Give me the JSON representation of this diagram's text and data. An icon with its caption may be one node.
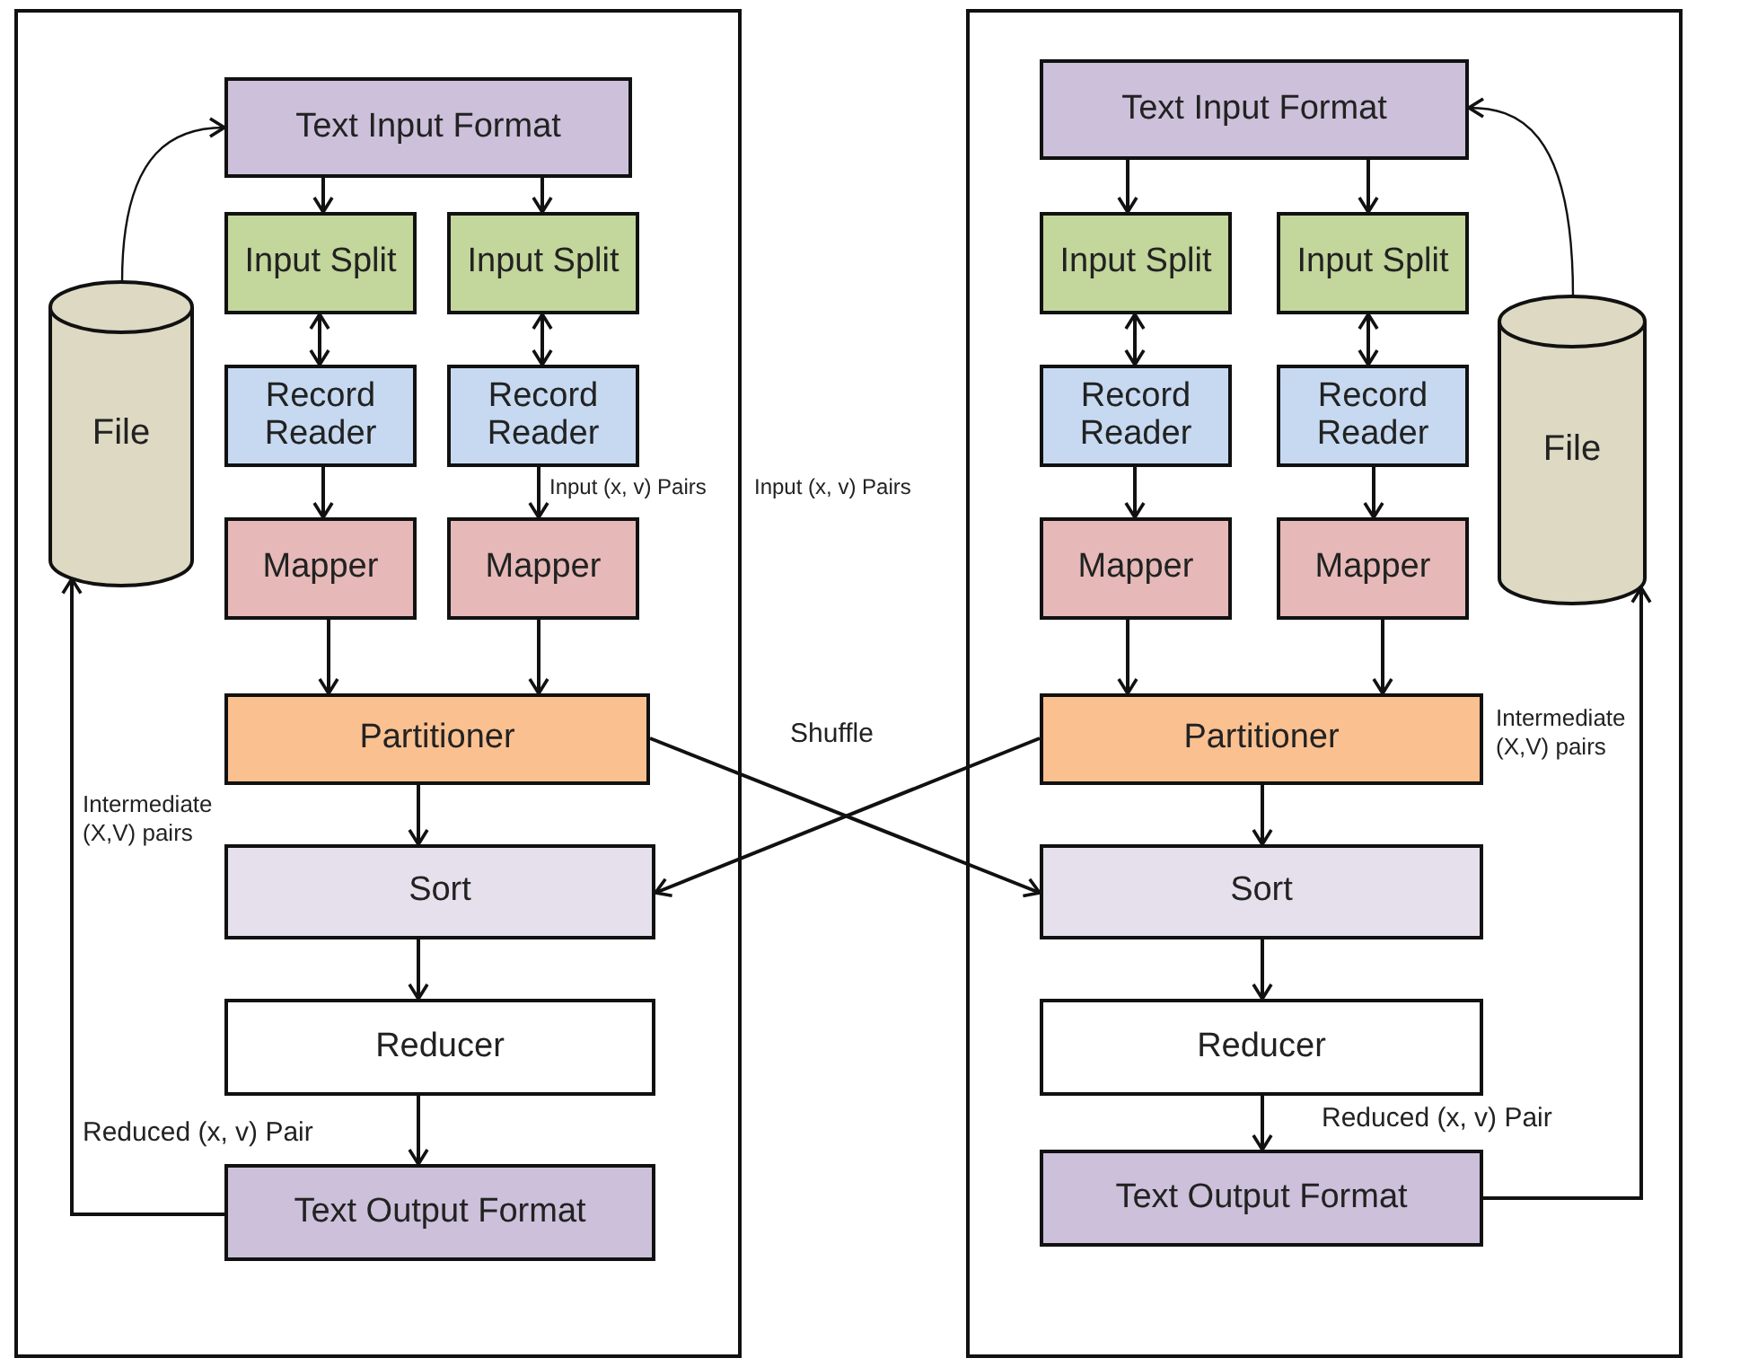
{
  "diagram": {
    "nodes": [
      {
        "text": [],
        "shape": "box"
      },
      {
        "text": [
          "Text Input Format"
        ],
        "in": 0
      },
      {
        "text": [
          "Input Split"
        ],
        "in": 0
      },
      {
        "text": [
          "Input Split"
        ],
        "in": 0
      },
      {
        "text": [
          "Record Reader"
        ],
        "in": 0
      },
      {
        "text": [
          "Record Reader"
        ],
        "in": 0
      },
      {
        "text": [
          "Mapper"
        ],
        "in": 0
      },
      {
        "text": [
          "Mapper"
        ],
        "in": 0
      },
      {
        "text": [
          "Partitioner"
        ],
        "in": 0
      },
      {
        "text": [
          "Sort"
        ],
        "in": 0
      },
      {
        "text": [
          "Reducer"
        ],
        "in": 0
      },
      {
        "text": [
          "Text Output Format"
        ],
        "in": 0
      },
      {
        "text": [
          "File"
        ],
        "in": 0
      },
      {
        "text": [],
        "shape": "box"
      },
      {
        "text": [
          "Text Input Format"
        ],
        "in": 13
      },
      {
        "text": [
          "Input Split"
        ],
        "in": 13
      },
      {
        "text": [
          "Input Split"
        ],
        "in": 13
      },
      {
        "text": [
          "Record Reader"
        ],
        "in": 13
      },
      {
        "text": [
          "Record Reader"
        ],
        "in": 13
      },
      {
        "text": [
          "Mapper"
        ],
        "in": 13
      },
      {
        "text": [
          "Mapper"
        ],
        "in": 13
      },
      {
        "text": [
          "File"
        ],
        "in": 13
      },
      {
        "text": [
          "Partitioner"
        ],
        "in": 13
      },
      {
        "text": [
          "Sort"
        ],
        "in": 13
      },
      {
        "text": [
          "Reducer"
        ],
        "in": 13
      },
      {
        "text": [
          "Text Output Format"
        ],
        "in": 13
      }
    ],
    "edges": [
      {
        "from": 12,
        "to": 1,
        "arrow": "to"
      },
      {
        "from": 1,
        "to": 2,
        "arrow": "to"
      },
      {
        "from": 1,
        "to": 3,
        "arrow": "to"
      },
      {
        "from": 2,
        "to": 4,
        "arrow": "both"
      },
      {
        "from": 3,
        "to": 5,
        "arrow": "both"
      },
      {
        "from": 4,
        "to": 6,
        "arrow": "to"
      },
      {
        "from": 5,
        "to": 7,
        "arrow": "to"
      },
      {
        "from": 6,
        "to": 8,
        "arrow": "to"
      },
      {
        "from": 7,
        "to": 8,
        "arrow": "to"
      },
      {
        "from": 8,
        "to": 9,
        "arrow": "to"
      },
      {
        "from": 9,
        "to": 10,
        "arrow": "to"
      },
      {
        "from": 10,
        "to": 11,
        "arrow": "to"
      },
      {
        "from": 11,
        "to": 12,
        "arrow": "to"
      },
      {
        "from": 8,
        "to": 23,
        "arrow": "to"
      },
      {
        "from": 22,
        "to": 9,
        "arrow": "to"
      },
      {
        "from": 21,
        "to": 14,
        "arrow": "to"
      },
      {
        "from": 14,
        "to": 15,
        "arrow": "to"
      },
      {
        "from": 14,
        "to": 16,
        "arrow": "to"
      },
      {
        "from": 15,
        "to": 17,
        "arrow": "both"
      },
      {
        "from": 16,
        "to": 18,
        "arrow": "both"
      },
      {
        "from": 17,
        "to": 19,
        "arrow": "to"
      },
      {
        "from": 18,
        "to": 20,
        "arrow": "to"
      },
      {
        "from": 19,
        "to": 22,
        "arrow": "to"
      },
      {
        "from": 20,
        "to": 22,
        "arrow": "to"
      },
      {
        "from": 22,
        "to": 23,
        "arrow": "to"
      },
      {
        "from": 23,
        "to": 24,
        "arrow": "to"
      },
      {
        "from": 24,
        "to": 25,
        "arrow": "to"
      },
      {
        "from": 25,
        "to": 21,
        "arrow": "to"
      }
    ],
    "labels": [
      "Input (x, v) Pairs",
      "Input (x, v) Pairs",
      "Shuffle",
      "Intermediate (X,V) pairs",
      "Reduced (x, v) Pair",
      "Intermediate (X,V) pairs",
      "Reduced (x, v) Pair"
    ]
  }
}
